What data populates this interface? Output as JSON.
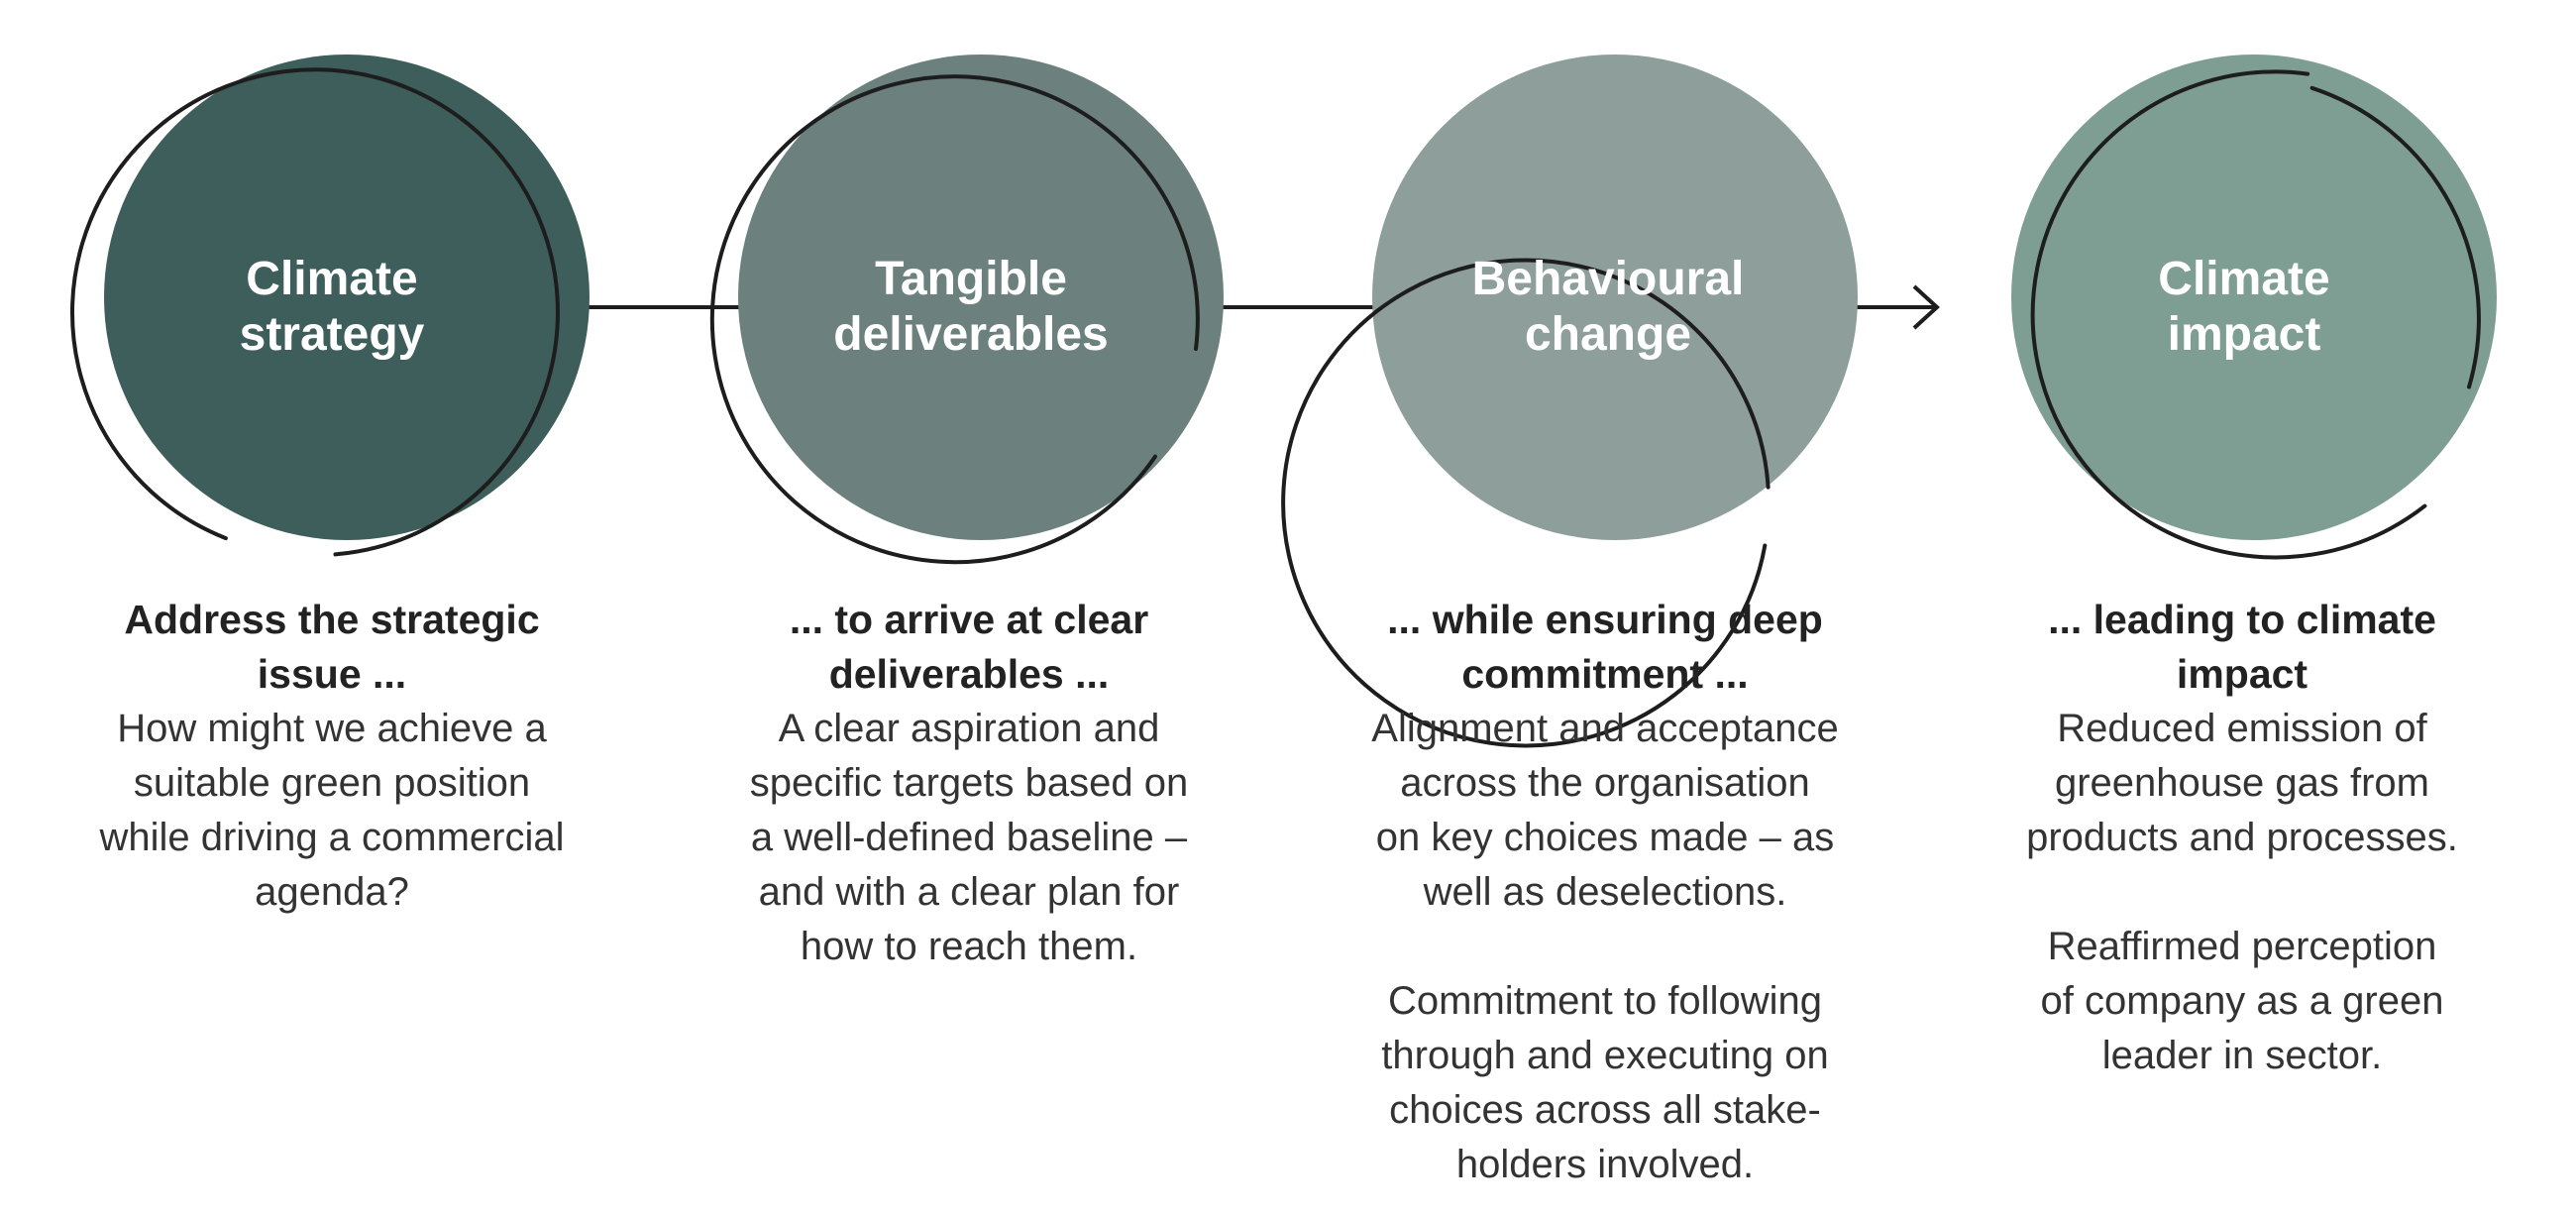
{
  "colors": {
    "circle_1": "#3d5e5b",
    "circle_2": "#6c817d",
    "circle_3": "#8e9e9b",
    "circle_4": "#7f9e93",
    "stroke": "#1d1d1d"
  },
  "steps": [
    {
      "title_lines": [
        "Climate",
        "strategy"
      ],
      "heading_lines": [
        "Address the strategic",
        "issue ..."
      ],
      "paragraphs": [
        [
          "How might we achieve a",
          "suitable green position",
          "while driving a commercial",
          "agenda?"
        ]
      ]
    },
    {
      "title_lines": [
        "Tangible",
        "deliverables"
      ],
      "heading_lines": [
        "... to arrive at clear",
        "deliverables ..."
      ],
      "paragraphs": [
        [
          "A clear aspiration and",
          "specific targets based on",
          "a well-defined baseline –",
          "and with a clear plan for",
          "how to reach them."
        ]
      ]
    },
    {
      "title_lines": [
        "Behavioural",
        "change"
      ],
      "heading_lines": [
        "... while ensuring deep",
        "commitment ..."
      ],
      "paragraphs": [
        [
          "Alignment and acceptance",
          "across the organisation",
          "on key choices made – as",
          "well as deselections."
        ],
        [
          "Commitment to following",
          "through and executing on",
          "choices across all stake-",
          "holders involved."
        ]
      ]
    },
    {
      "title_lines": [
        "Climate",
        "impact"
      ],
      "heading_lines": [
        "... leading to climate",
        "impact"
      ],
      "paragraphs": [
        [
          "Reduced emission of",
          "greenhouse gas from",
          "products and processes."
        ],
        [
          "Reaffirmed perception",
          "of company as a green",
          "leader in sector."
        ]
      ]
    }
  ]
}
